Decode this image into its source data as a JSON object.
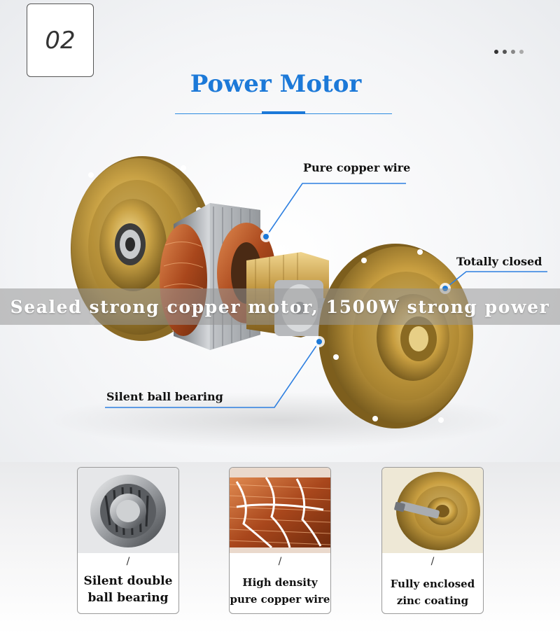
{
  "badge_number": "02",
  "title": "Power Motor",
  "colors": {
    "accent": "#1c79d8",
    "callout_line": "#2d7fe0",
    "gold": "#c8a040",
    "copper": "#b8602a"
  },
  "callouts": {
    "pure_copper_wire": "Pure copper wire",
    "totally_closed": "Totally closed",
    "silent_ball_bearing": "Silent ball bearing"
  },
  "banner": "Sealed strong copper motor, 1500W strong power",
  "features": [
    {
      "separator": "/",
      "line1": "Silent double",
      "line2": "ball bearing",
      "icon": "ball-bearing-icon"
    },
    {
      "separator": "/",
      "line1": "High density",
      "line2": "pure copper wire",
      "icon": "copper-coil-icon"
    },
    {
      "separator": "/",
      "line1": "Fully enclosed",
      "line2": "zinc coating",
      "icon": "motor-cover-icon"
    }
  ]
}
